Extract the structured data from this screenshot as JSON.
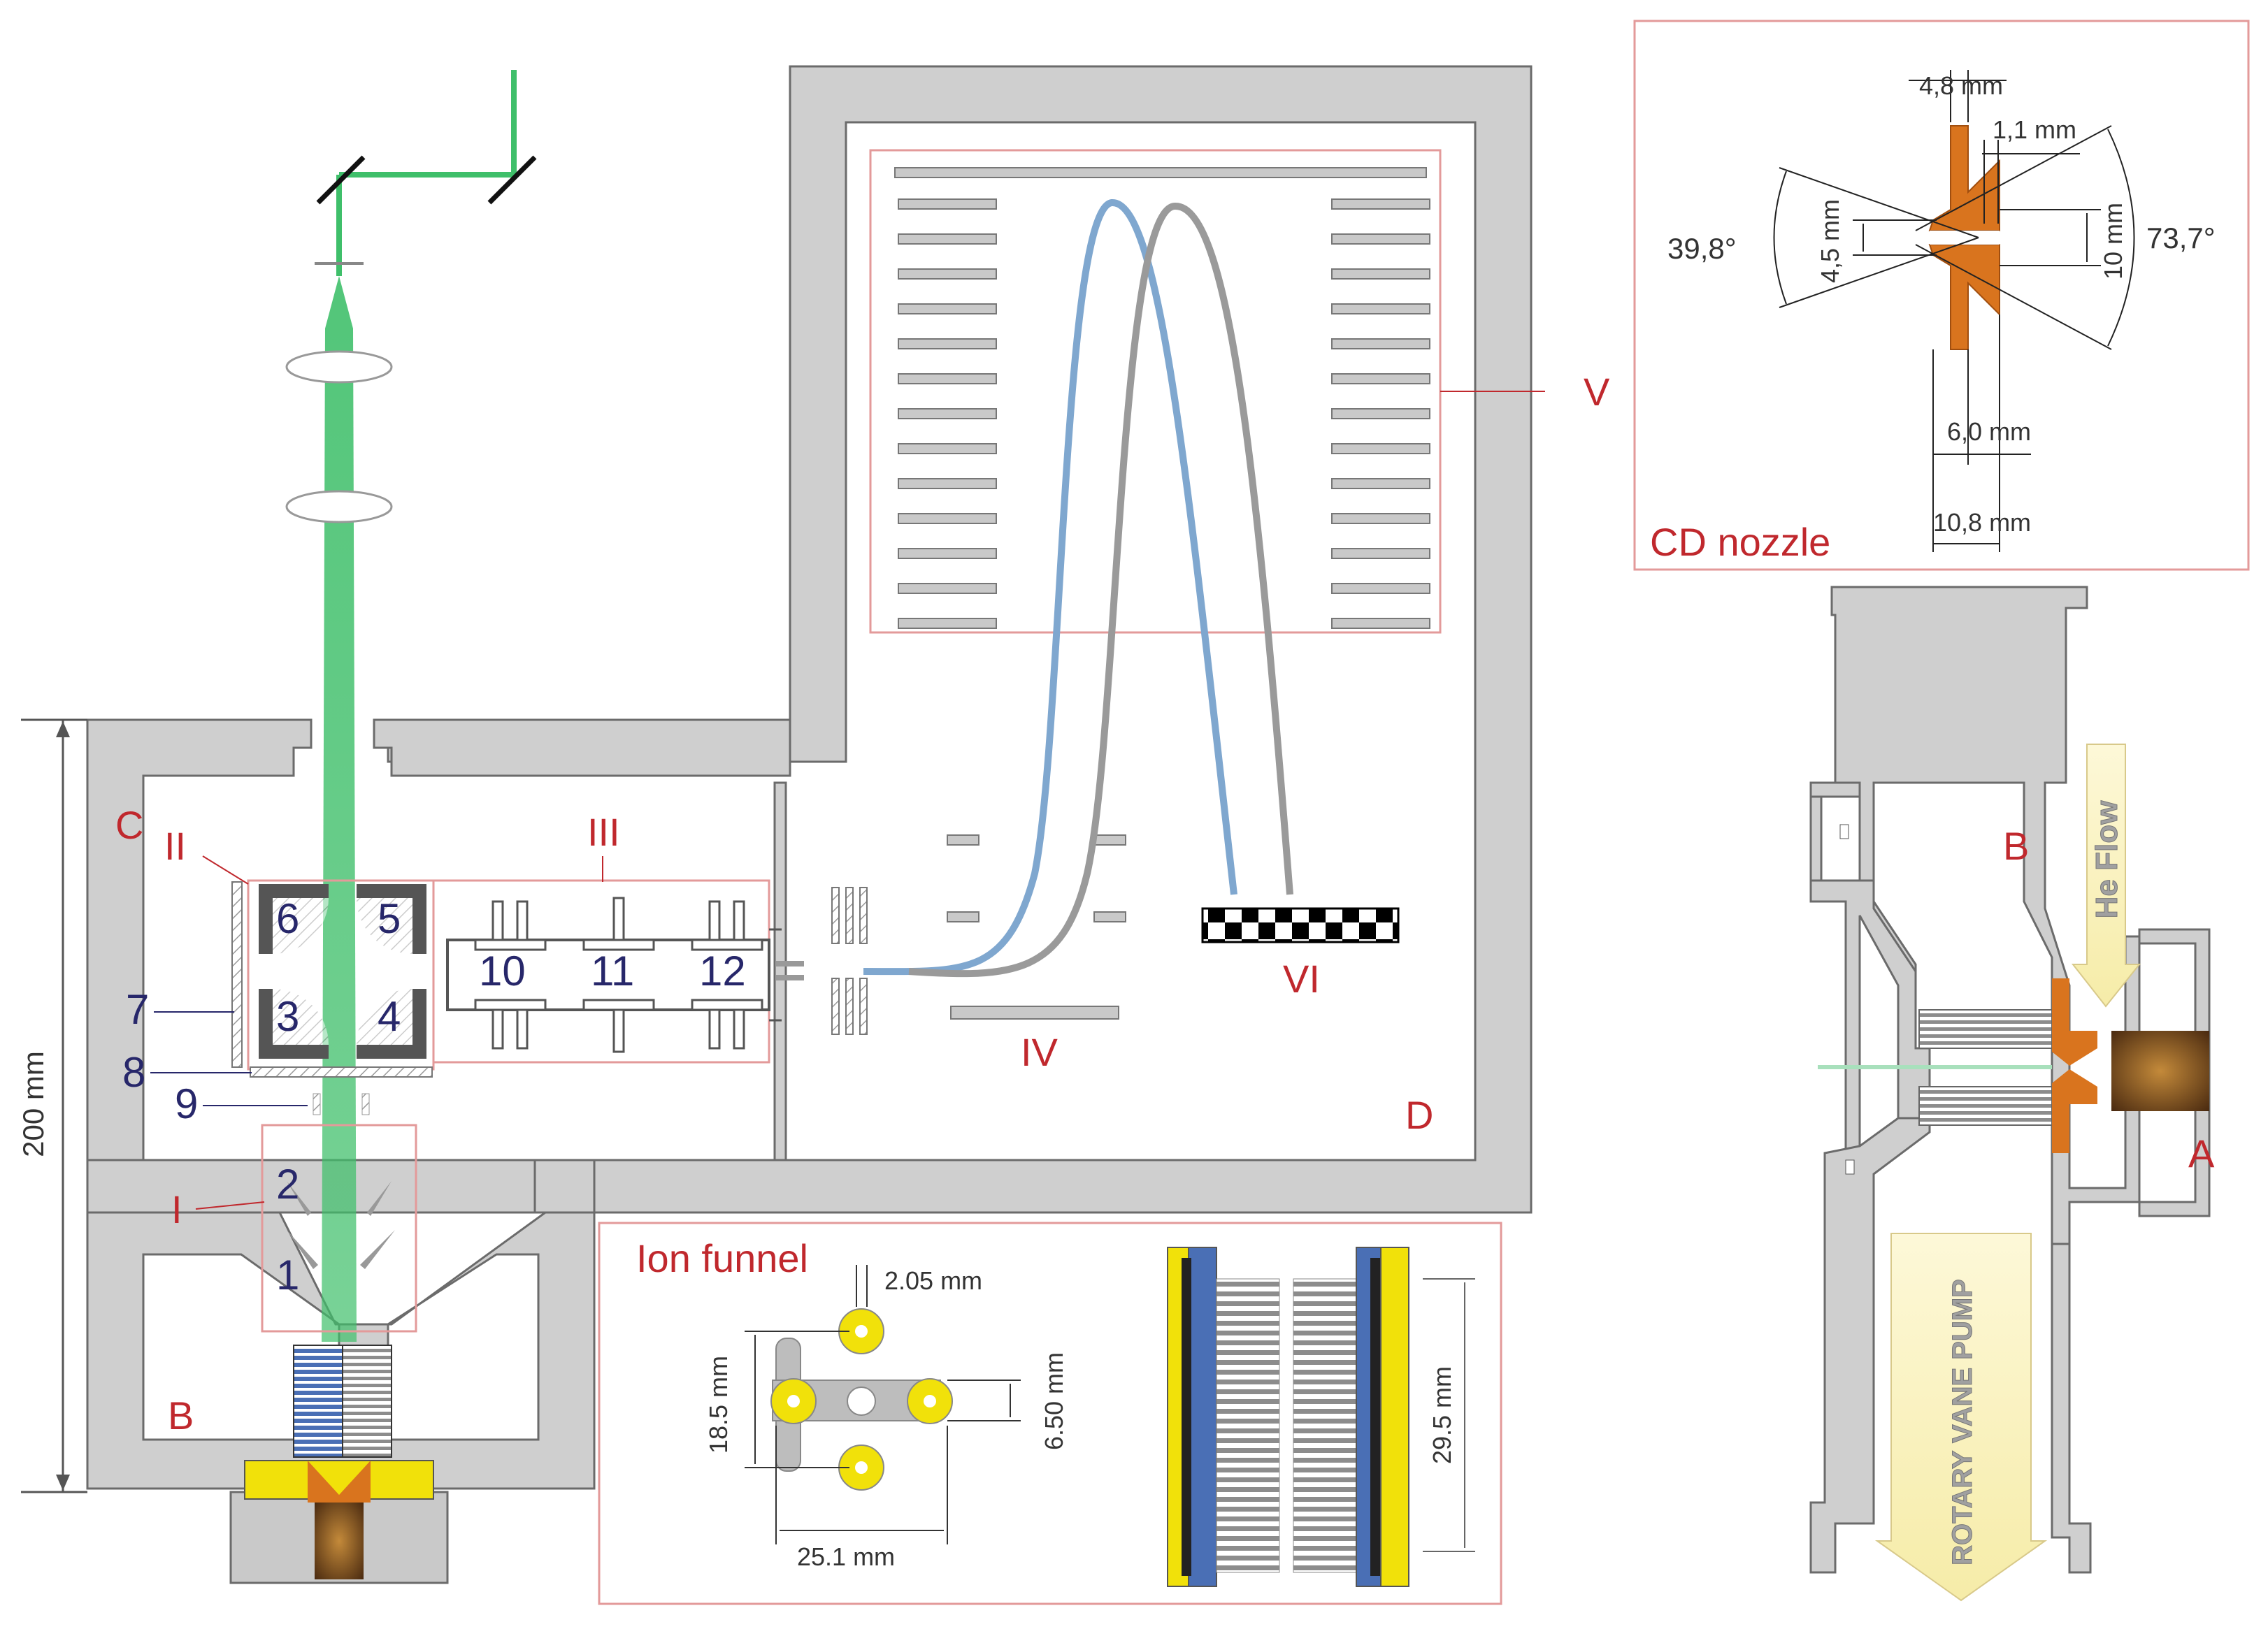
{
  "scale_bar": {
    "label": "200 mm"
  },
  "chambers": {
    "A": "A",
    "B": "B",
    "C": "C",
    "D": "D"
  },
  "stages": {
    "I": "I",
    "II": "II",
    "III": "III",
    "IV": "IV",
    "V": "V",
    "VI": "VI"
  },
  "electrodes": [
    "1",
    "2",
    "3",
    "4",
    "5",
    "6",
    "7",
    "8",
    "9",
    "10",
    "11",
    "12"
  ],
  "cd_nozzle": {
    "title": "CD nozzle",
    "dims": {
      "d48": "4,8 mm",
      "d11": "1,1 mm",
      "d45": "4,5 mm",
      "d10": "10 mm",
      "a398": "39,8°",
      "a737": "73,7°",
      "d60": "6,0 mm",
      "d108": "10,8 mm"
    }
  },
  "ion_funnel": {
    "title": "Ion funnel",
    "dims": {
      "d205": "2.05 mm",
      "d185": "18.5 mm",
      "d650": "6.50 mm",
      "d251": "25.1 mm",
      "d295": "29.5 mm"
    }
  },
  "source": {
    "flow_label": "He Flow",
    "pump_label": "ROTARY VANE PUMP",
    "label_B": "B",
    "label_A": "A"
  },
  "colors": {
    "laser": "#3fbf6a",
    "trajectory_blue": "#7fa7cf",
    "trajectory_grey": "#9a9a9a",
    "wall": "#cfcfcf",
    "nozzle": "#d9741e",
    "accent_red": "#c0282d",
    "electrode_blue": "#27276a",
    "funnel_yellow": "#f1e10a"
  }
}
